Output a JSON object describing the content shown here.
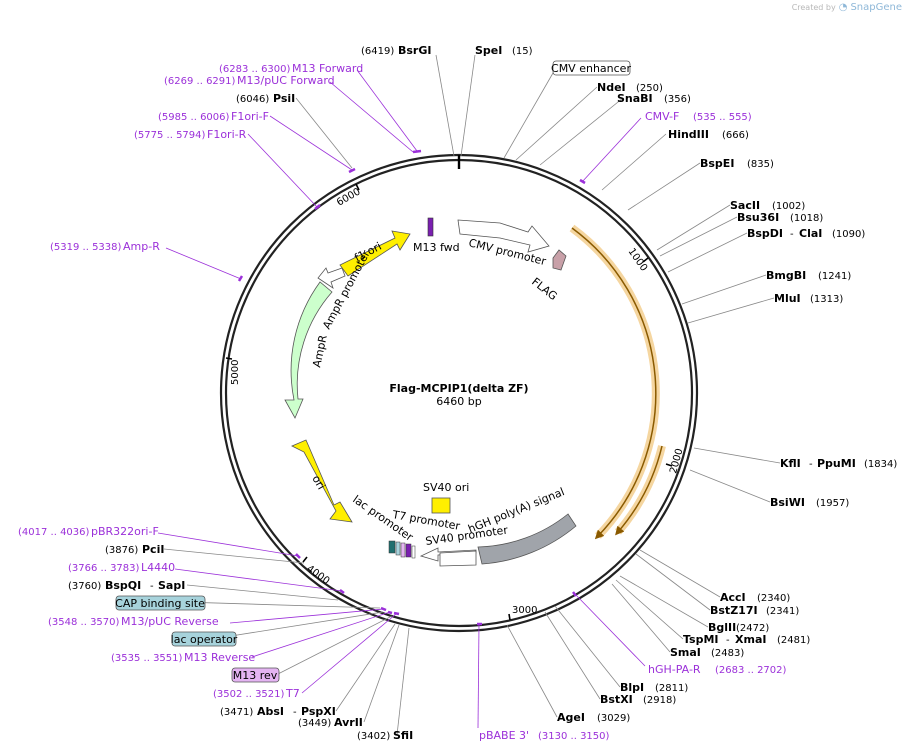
{
  "brand": {
    "created_by": "Created by",
    "snapgene": "SnapGene"
  },
  "plasmid": {
    "name": "Flag-MCPIP1(delta ZF)",
    "length": "6460 bp"
  },
  "ticks": [
    "1000",
    "2000",
    "3000",
    "4000",
    "5000",
    "6000"
  ],
  "enzymes": [
    {
      "pos": "(6419)",
      "name": "BsrGI"
    },
    {
      "name": "SpeI",
      "pos": "(15)"
    },
    {
      "name": "NdeI",
      "pos": "(250)"
    },
    {
      "name": "SnaBI",
      "pos": "(356)"
    },
    {
      "name": "HindIII",
      "pos": "(666)"
    },
    {
      "name": "BspEI",
      "pos": "(835)"
    },
    {
      "name": "SacII",
      "pos": "(1002)"
    },
    {
      "name": "Bsu36I",
      "pos": "(1018)"
    },
    {
      "name": "BspDI",
      "sep": "-",
      "name2": "ClaI",
      "pos": "(1090)"
    },
    {
      "name": "BmgBI",
      "pos": "(1241)"
    },
    {
      "name": "MluI",
      "pos": "(1313)"
    },
    {
      "name": "KflI",
      "sep": "-",
      "name2": "PpuMI",
      "pos": "(1834)"
    },
    {
      "name": "BsiWI",
      "pos": "(1957)"
    },
    {
      "name": "AccI",
      "pos": "(2340)"
    },
    {
      "name": "BstZ17I",
      "pos": "(2341)"
    },
    {
      "name": "BglII",
      "pos": "(2472)"
    },
    {
      "name": "TspMI",
      "sep": "-",
      "name2": "XmaI",
      "pos": "(2481)"
    },
    {
      "name": "SmaI",
      "pos": "(2483)"
    },
    {
      "name": "BlpI",
      "pos": "(2811)"
    },
    {
      "name": "BstXI",
      "pos": "(2918)"
    },
    {
      "name": "AgeI",
      "pos": "(3029)"
    },
    {
      "pos": "(3402)",
      "name": "SfiI"
    },
    {
      "pos": "(3449)",
      "name": "AvrII"
    },
    {
      "pos": "(3471)",
      "name": "AbsI",
      "sep": "-",
      "name2": "PspXI"
    },
    {
      "pos": "(3760)",
      "name": "BspQI",
      "sep": "-",
      "name2": "SapI"
    },
    {
      "pos": "(3876)",
      "name": "PciI"
    },
    {
      "pos": "(6046)",
      "name": "PsiI"
    }
  ],
  "primers": [
    {
      "pos": "(6283 .. 6300)",
      "name": "M13 Forward"
    },
    {
      "pos": "(6269 .. 6291)",
      "name": "M13/pUC Forward"
    },
    {
      "pos": "(5985 .. 6006)",
      "name": "F1ori-F"
    },
    {
      "pos": "(5775 .. 5794)",
      "name": "F1ori-R"
    },
    {
      "pos": "(5319 .. 5338)",
      "name": "Amp-R"
    },
    {
      "name": "CMV-F",
      "pos": "(535 .. 555)"
    },
    {
      "name": "hGH-PA-R",
      "pos": "(2683 .. 2702)"
    },
    {
      "name": "pBABE 3'",
      "pos": "(3130 .. 3150)"
    },
    {
      "pos": "(4017 .. 4036)",
      "name": "pBR322ori-F"
    },
    {
      "pos": "(3766 .. 3783)",
      "name": "L4440"
    },
    {
      "pos": "(3548 .. 3570)",
      "name": "M13/pUC Reverse"
    },
    {
      "pos": "(3535 .. 3551)",
      "name": "M13 Reverse"
    },
    {
      "pos": "(3502 .. 3521)",
      "name": "T7"
    }
  ],
  "boxed_features": [
    "CMV enhancer",
    "CAP binding site",
    "lac operator",
    "M13 rev"
  ],
  "inner_features": {
    "m13fwd": "M13 fwd",
    "cmv_promoter": "CMV promoter",
    "flag": "FLAG",
    "f1ori": "f1 ori",
    "ampr_promoter": "AmpR promoter",
    "ampr": "AmpR",
    "ori": "ori",
    "sv40ori": "SV40 ori",
    "lac_promoter": "lac promoter",
    "t7_promoter": "T7 promoter",
    "sv40_promoter": "SV40 promoter",
    "hgh_polya": "hGH poly(A) signal"
  },
  "colors": {
    "backbone": "#222222",
    "primer": "#9b30d9",
    "insert": "#e8a33a",
    "yellow": "#ffef00",
    "ampr": "#ccffcc",
    "gray": "#a0a4aa",
    "boxfill_blue": "#a7d3dc",
    "boxfill_purple": "#e4b4f2"
  }
}
